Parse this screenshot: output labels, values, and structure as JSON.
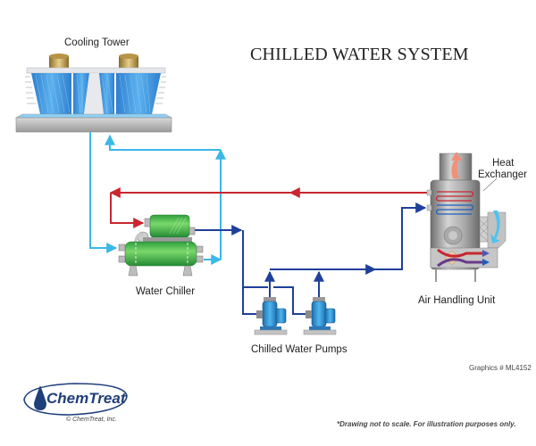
{
  "title": "CHILLED WATER SYSTEM",
  "components": {
    "cooling_tower": "Cooling Tower",
    "water_chiller": "Water Chiller",
    "chilled_water_pumps": "Chilled Water Pumps",
    "air_handling_unit": "Air Handling Unit",
    "heat_exchanger_line1": "Heat",
    "heat_exchanger_line2": "Exchanger"
  },
  "graphics_id": "Graphics # ML4152",
  "disclaimer": "*Drawing not to scale. For illustration purposes only.",
  "logo": {
    "brand": "ChemTreat",
    "copyright": "© ChemTreat, Inc."
  },
  "colors": {
    "condenser_water": "#3bb8e8",
    "chilled_supply": "#1e3f9a",
    "chilled_return": "#c9262f",
    "chiller_green": "#3cb44a",
    "tower_blue": "#3a8fd8",
    "pump_blue": "#2a8fd0"
  }
}
